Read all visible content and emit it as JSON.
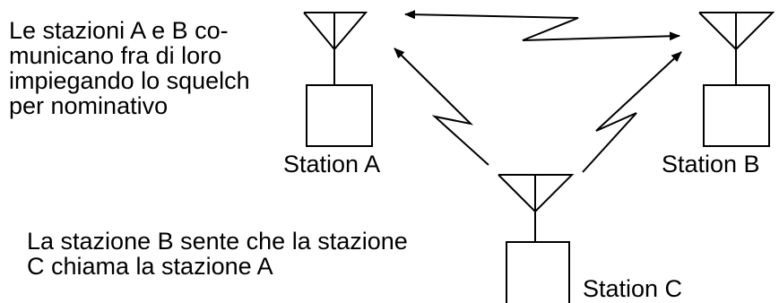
{
  "notes": {
    "top": [
      "Le stazioni A e B co-",
      "municano fra di loro",
      "impiegando lo squelch",
      "per nominativo"
    ],
    "bottom": [
      "La stazione B sente che la stazione",
      "C chiama la stazione A"
    ]
  },
  "stations": {
    "a": {
      "label": "Station A",
      "icon": "antenna-icon"
    },
    "b": {
      "label": "Station B",
      "icon": "antenna-icon"
    },
    "c": {
      "label": "Station C",
      "icon": "antenna-icon"
    }
  },
  "links": [
    {
      "from": "A",
      "to": "B",
      "direction": "both-ways",
      "style": "zigzag-arrow"
    },
    {
      "from": "C",
      "to": "A",
      "direction": "one-way",
      "style": "zigzag-arrow"
    },
    {
      "from": "C",
      "to": "B",
      "direction": "one-way",
      "style": "zigzag-arrow"
    }
  ],
  "colors": {
    "ink": "#000000",
    "background": "#ffffff"
  }
}
